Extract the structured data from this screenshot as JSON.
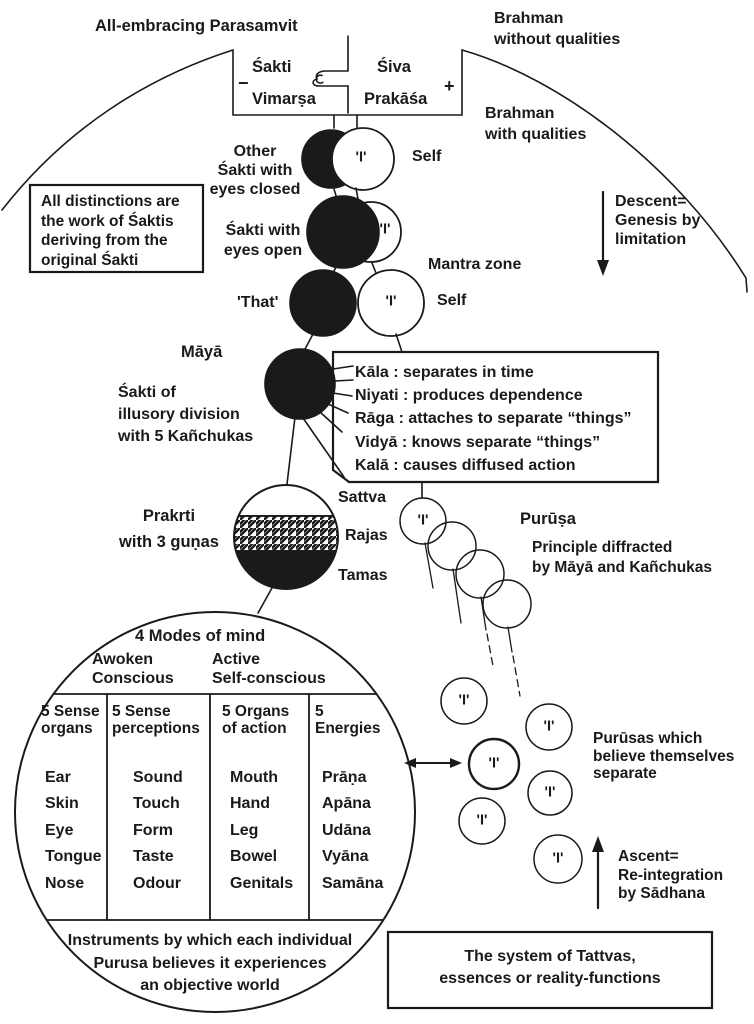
{
  "colors": {
    "ink": "#1a1a1a",
    "paper": "#ffffff"
  },
  "glyphs": {
    "i": "'I'"
  },
  "header": {
    "parasamvit": "All-embracing Parasamvit",
    "brahman_without": "Brahman\nwithout qualities",
    "brahman_with": "Brahman\nwith qualities",
    "shakti": "Śakti",
    "shiva": "Śiva",
    "vimarsa": "Vimarṣa",
    "prakasa": "Prakāśa",
    "minus": "−",
    "plus": "+"
  },
  "descent": {
    "label": "Descent=\nGenesis by\nlimitation"
  },
  "ascent": {
    "label": "Ascent=\nRe-integration\nby Sādhana"
  },
  "distinctions_box": {
    "text": "All distinctions are\nthe work of Śaktis\nderiving from the\noriginal Śakti"
  },
  "stack": {
    "pair1_label": "Other\nŚakti with\neyes closed",
    "pair1_self": "Self",
    "pair2_label": "Śakti with\neyes open",
    "mantra_zone": "Mantra zone",
    "pair3_that": "'That'",
    "pair3_self": "Self"
  },
  "maya": {
    "title": "Māyā",
    "label": "Śakti of\nillusory division\nwith 5 Kañchukas",
    "kanchukas": [
      "Kāla : separates in time",
      "Niyati : produces dependence",
      "Rāga : attaches to separate “things”",
      "Vidyā : knows separate “things”",
      "Kalā : causes diffused action"
    ]
  },
  "prakrti": {
    "label": "Prakrti\nwith 3 guṇas",
    "gunas": [
      "Sattva",
      "Rajas",
      "Tamas"
    ]
  },
  "purusa": {
    "label": "Purūṣa",
    "sub": "Principle diffracted\nby Māyā and Kañchukas"
  },
  "purusas_separate": {
    "label": "Purūsas which\nbelieve themselves\nseparate"
  },
  "big_circle": {
    "title": "4 Modes of mind",
    "mode1": "Awoken\nConscious",
    "mode2": "Active\nSelf-conscious",
    "columns": [
      {
        "header": "5 Sense\norgans",
        "items": [
          "Ear",
          "Skin",
          "Eye",
          "Tongue",
          "Nose"
        ]
      },
      {
        "header": "5 Sense\nperceptions",
        "items": [
          "Sound",
          "Touch",
          "Form",
          "Taste",
          "Odour"
        ]
      },
      {
        "header": "5 Organs\nof action",
        "items": [
          "Mouth",
          "Hand",
          "Leg",
          "Bowel",
          "Genitals"
        ]
      },
      {
        "header": "5\nEnergies",
        "items": [
          "Prāṇa",
          "Apāna",
          "Udāna",
          "Vyāna",
          "Samāna"
        ]
      }
    ],
    "footer": "Instruments by which each individual\nPurusa believes it experiences\nan objective world"
  },
  "tattvas_box": {
    "text": "The system of Tattvas,\nessences or reality-functions"
  }
}
